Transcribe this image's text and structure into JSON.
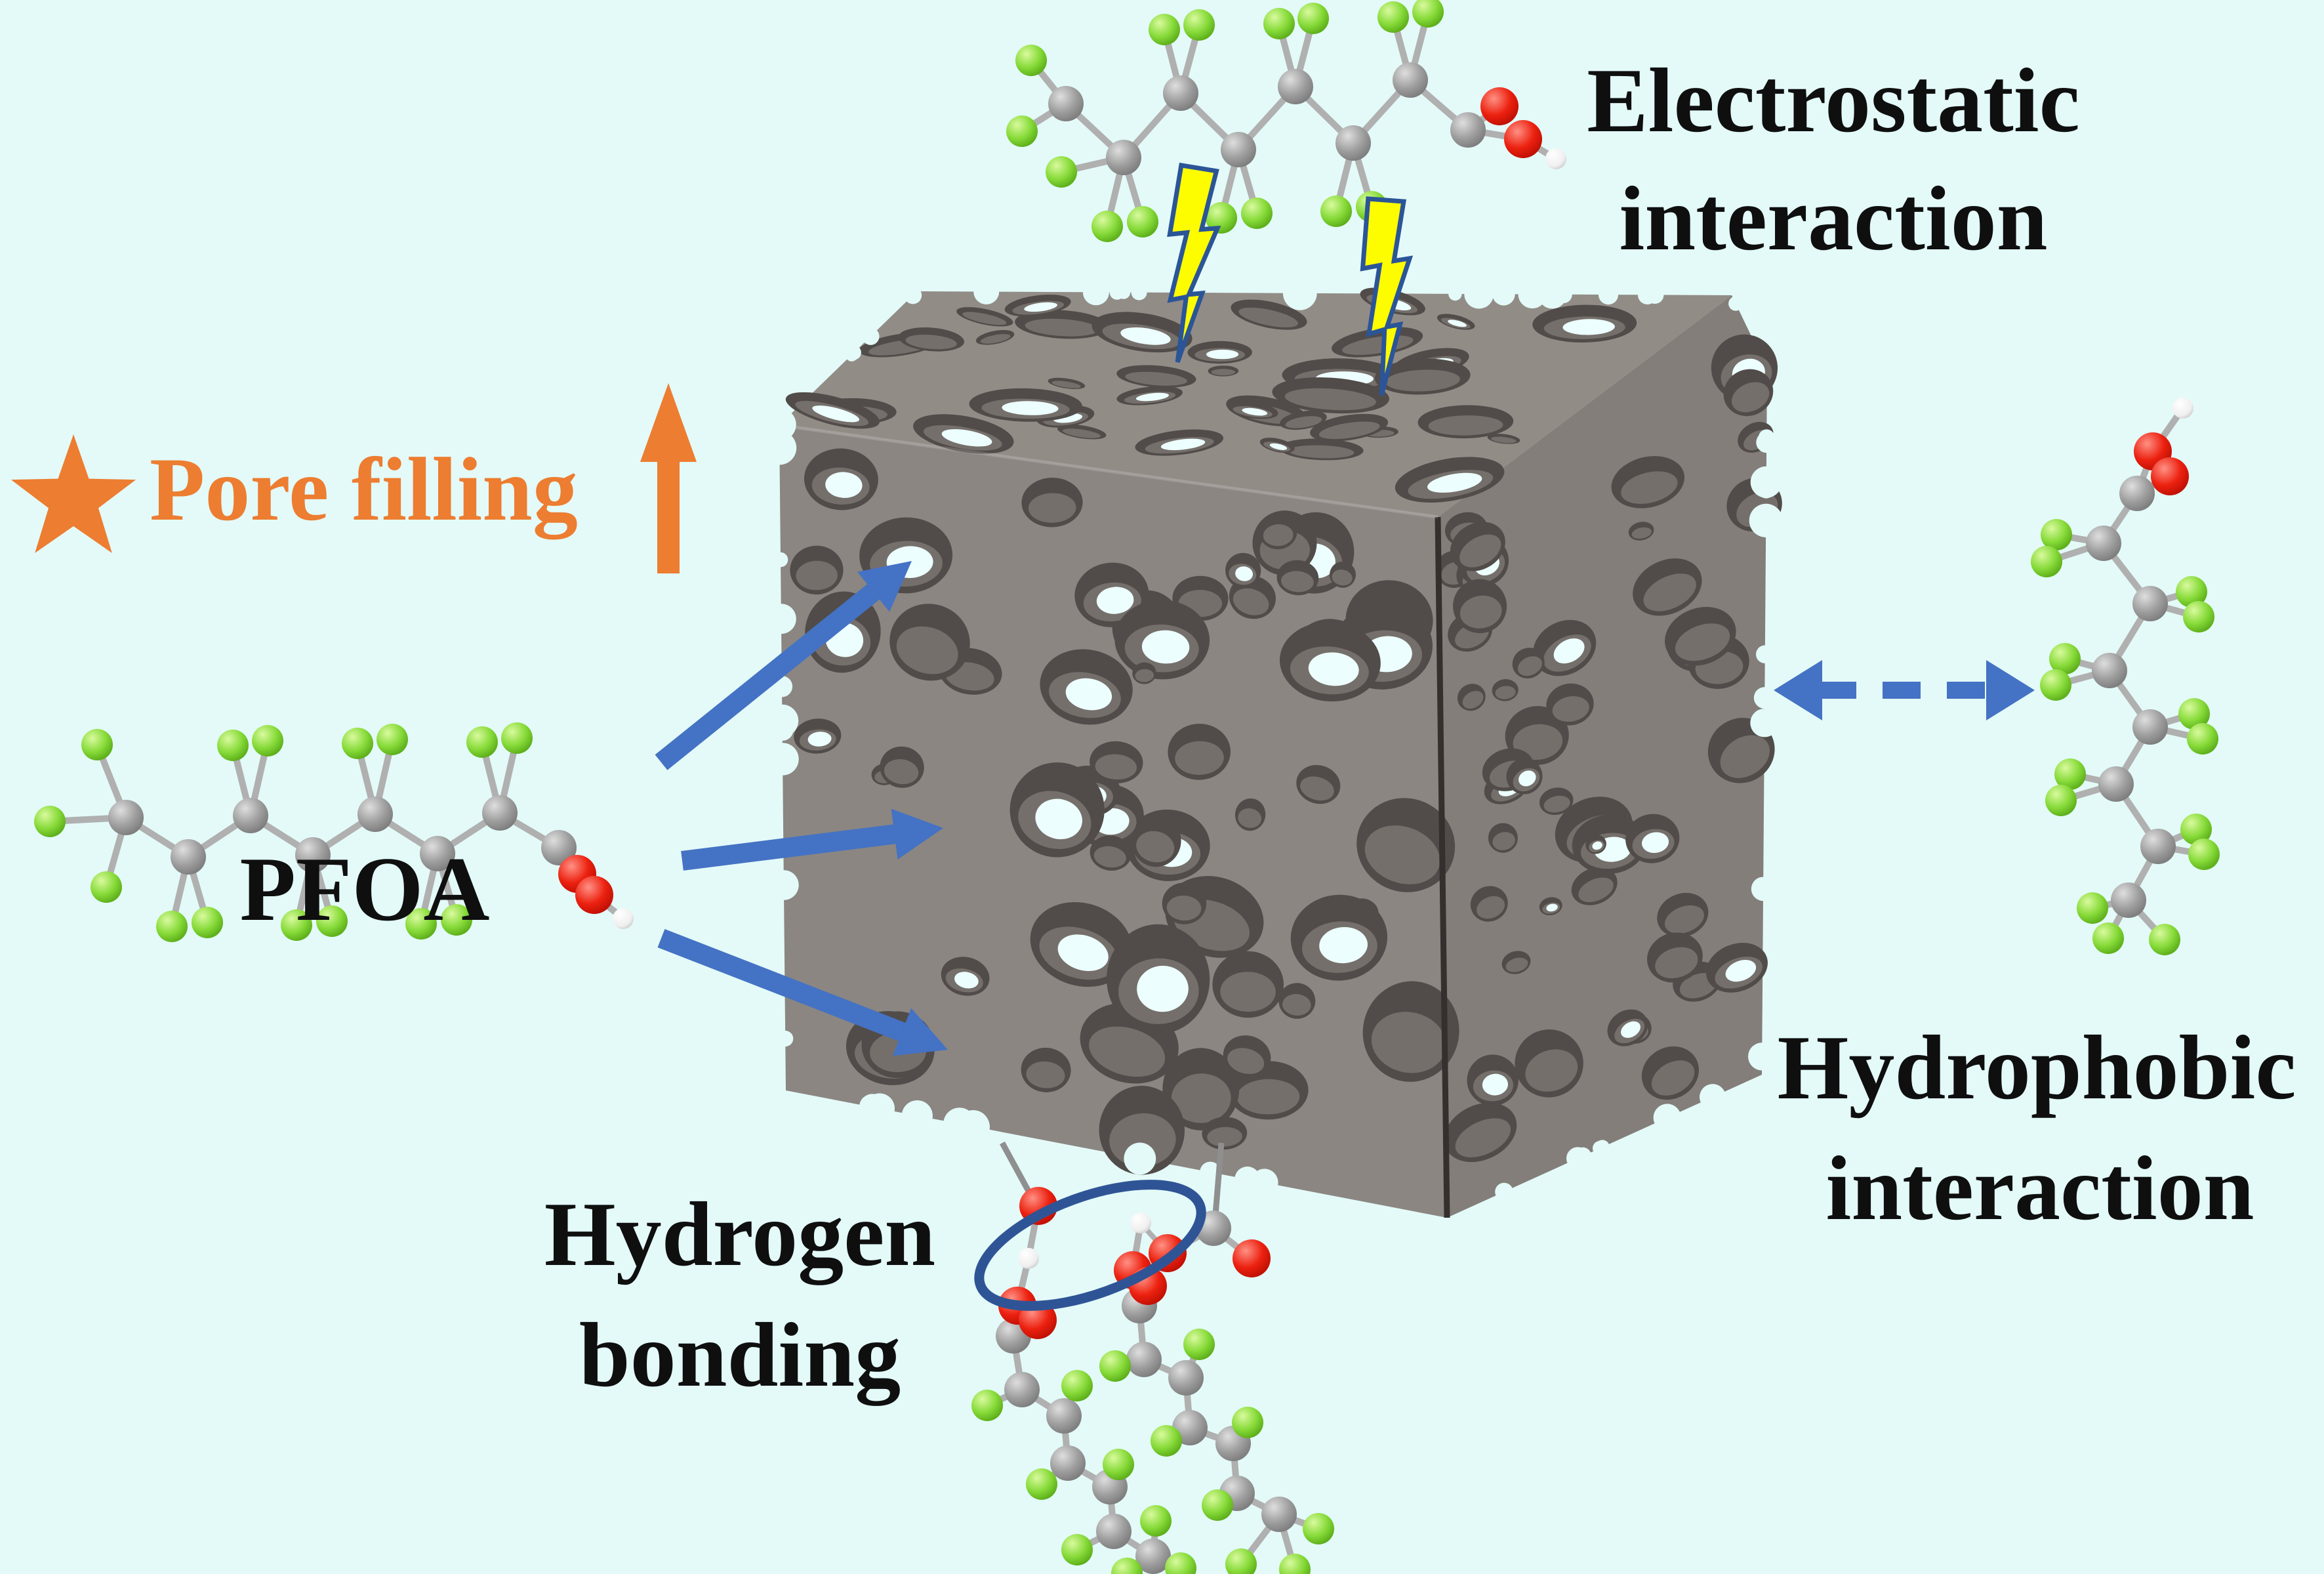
{
  "labels": {
    "electrostatic_line1": "Electrostatic",
    "electrostatic_line2": "interaction",
    "pore_filling": "Pore filling",
    "pfoa": "PFOA",
    "hydrogen_line1": "Hydrogen",
    "hydrogen_line2": "bonding",
    "hydrophobic_line1": "Hydrophobic",
    "hydrophobic_line2": "interaction"
  },
  "icons": {
    "star": "star-icon",
    "pore_filling_arrow": "up-arrow-icon",
    "lightning": "lightning-bolt-icon",
    "adsorption_arrows": "blue-arrow-icon",
    "hydrophobic_arrow": "dashed-double-arrow-icon",
    "hydrogen_bond_marker": "ellipse-marker-icon"
  },
  "palette": {
    "background": "#e3faf8",
    "text": "#0f0f0f",
    "orange": "#ed7d31",
    "arrow_blue": "#4472c4",
    "ellipse_navy": "#2f5496",
    "bolt_yellow": "#fdfd00",
    "bolt_outline": "#2b5597",
    "cube_front": "#8b8682",
    "cube_top": "#928c87",
    "cube_right": "#837e7a",
    "pore_dark": "#514c49",
    "pore_mid": "#756f6b",
    "pore_hole": "#ecfffe",
    "divider": "#35302d",
    "bond": "#b0b0b0",
    "stem": "#8f8f8f",
    "atom_carbon": "#9b9b9b",
    "atom_fluorine": "#7fd332",
    "atom_oxygen": "#e31b0c",
    "atom_hydrogen": "#f5f5f5"
  }
}
